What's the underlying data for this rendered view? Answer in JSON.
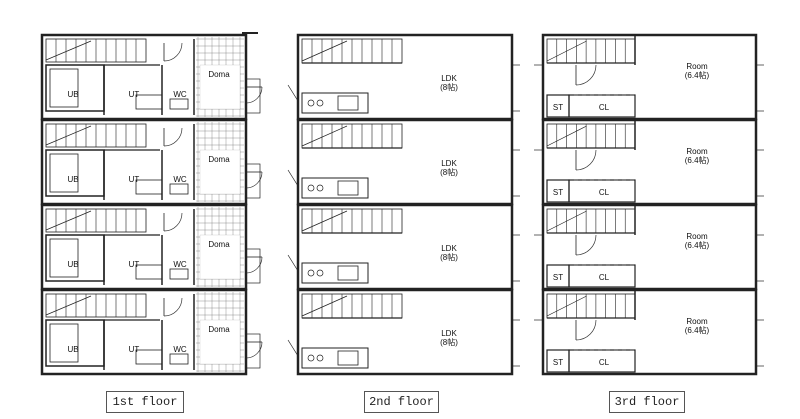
{
  "floors": [
    {
      "label": "1st floor",
      "units": [
        {
          "rooms": [
            "UB",
            "UT",
            "WC",
            "Doma"
          ]
        },
        {
          "rooms": [
            "UB",
            "UT",
            "WC",
            "Doma"
          ]
        },
        {
          "rooms": [
            "UB",
            "UT",
            "WC",
            "Doma"
          ]
        },
        {
          "rooms": [
            "UB",
            "UT",
            "WC",
            "Doma"
          ]
        }
      ]
    },
    {
      "label": "2nd floor",
      "units": [
        {
          "room": "LDK",
          "size": "(8帖)"
        },
        {
          "room": "LDK",
          "size": "(8帖)"
        },
        {
          "room": "LDK",
          "size": "(8帖)"
        },
        {
          "room": "LDK",
          "size": "(8帖)"
        }
      ]
    },
    {
      "label": "3rd floor",
      "units": [
        {
          "room": "Room",
          "size": "(6.4帖)",
          "storage": [
            "ST",
            "CL"
          ]
        },
        {
          "room": "Room",
          "size": "(6.4帖)",
          "storage": [
            "ST",
            "CL"
          ]
        },
        {
          "room": "Room",
          "size": "(6.4帖)",
          "storage": [
            "ST",
            "CL"
          ]
        },
        {
          "room": "Room",
          "size": "(6.4帖)",
          "storage": [
            "ST",
            "CL"
          ]
        }
      ]
    }
  ]
}
